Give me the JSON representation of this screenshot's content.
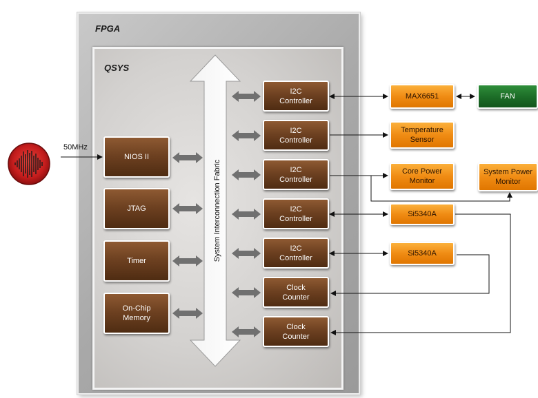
{
  "labels": {
    "fpga": "FPGA",
    "qsys": "QSYS",
    "fabric": "System Interconnection Fabric",
    "clock_freq": "50MHz"
  },
  "qsys_blocks": [
    {
      "id": "nios",
      "label": "NIOS II"
    },
    {
      "id": "jtag",
      "label": "JTAG"
    },
    {
      "id": "timer",
      "label": "Timer"
    },
    {
      "id": "onchip",
      "label": "On-Chip\nMemory"
    }
  ],
  "controllers": [
    {
      "id": "i2c1",
      "label": "I2C\nController"
    },
    {
      "id": "i2c2",
      "label": "I2C\nController"
    },
    {
      "id": "i2c3",
      "label": "I2C\nController"
    },
    {
      "id": "i2c4",
      "label": "I2C\nController"
    },
    {
      "id": "i2c5",
      "label": "I2C\nController"
    },
    {
      "id": "cc1",
      "label": "Clock\nCounter"
    },
    {
      "id": "cc2",
      "label": "Clock\nCounter"
    }
  ],
  "devices": [
    {
      "id": "max6651",
      "label": "MAX6651"
    },
    {
      "id": "fan",
      "label": "FAN"
    },
    {
      "id": "temp",
      "label": "Temperature\nSensor"
    },
    {
      "id": "corepwr",
      "label": "Core Power\nMonitor"
    },
    {
      "id": "syspwr",
      "label": "System Power\nMonitor"
    },
    {
      "id": "si1",
      "label": "Si5340A"
    },
    {
      "id": "si2",
      "label": "Si5340A"
    }
  ],
  "colors": {
    "brown": "#6e4121",
    "orange": "#f08c14",
    "green": "#1d6e28",
    "fpga_bg": "#a9a9a9",
    "qsys_bg": "#d3d1cf",
    "arrow_gray": "#707070"
  },
  "icons": {
    "oscillator": "waveform-icon"
  }
}
